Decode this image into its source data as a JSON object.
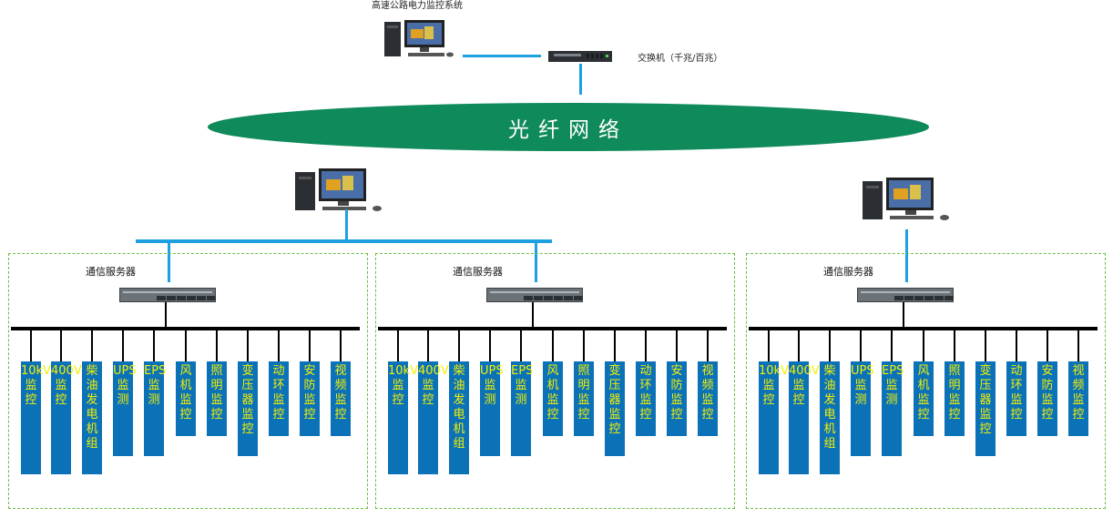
{
  "system_title": "高速公路电力监控系统",
  "switch_label": "交换机（千兆/百兆）",
  "network_label": "光纤网络",
  "server_label": "通信服务器",
  "colors": {
    "network": "#0f8a5b",
    "link": "#1ea0e0",
    "box_fill": "#0b72b8",
    "box_text": "#f4f000",
    "zone_border": "#6cbd45"
  },
  "zones": [
    {
      "server_label": "通信服务器",
      "items": [
        "10kV监控",
        "400V监控",
        "柴油发电机组",
        "UPS监测",
        "EPS监测",
        "风机监控",
        "照明监控",
        "变压器监控",
        "动环监控",
        "安防监控",
        "视频监控"
      ]
    },
    {
      "server_label": "通信服务器",
      "items": [
        "10kV监控",
        "400V监控",
        "柴油发电机组",
        "UPS监测",
        "EPS监测",
        "风机监控",
        "照明监控",
        "变压器监控",
        "动环监控",
        "安防监控",
        "视频监控"
      ]
    },
    {
      "server_label": "通信服务器",
      "items": [
        "10kV监控",
        "400V监控",
        "柴油发电机组",
        "UPS监测",
        "EPS监测",
        "风机监控",
        "照明监控",
        "变压器监控",
        "动环监控",
        "安防监控",
        "视频监控"
      ]
    }
  ]
}
